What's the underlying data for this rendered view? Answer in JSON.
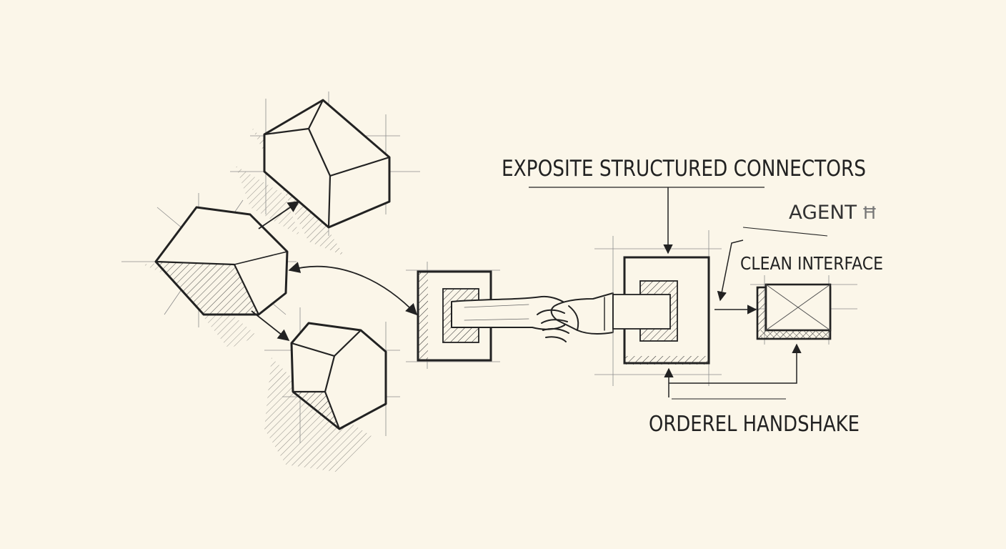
{
  "labels": {
    "title": "EXPOSITE STRUCTURED CONNECTORS",
    "agent": "AGENT",
    "agent_mark": "Ħ",
    "clean_interface": "CLEAN INTERFACE",
    "handshake": "ORDEREL  HANDSHAKE"
  },
  "colors": {
    "paper": "#fbf6e9",
    "ink": "#222222",
    "guide": "#8c8c8c"
  },
  "icons": [
    "hexagonal-prism-block",
    "hexagon-block",
    "pentagonal-prism-block",
    "socket-frame",
    "connector-frame",
    "handshake-icon",
    "agent-box-icon"
  ]
}
